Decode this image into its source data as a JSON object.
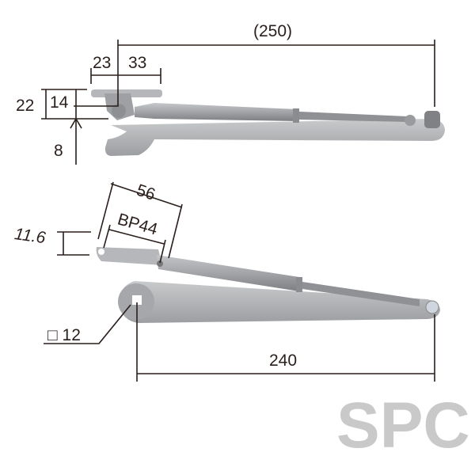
{
  "top_view": {
    "overall_length": "(250)",
    "width_left": "23",
    "width_right": "33",
    "height_total": "22",
    "height_inner": "14",
    "offset": "8"
  },
  "bottom_view": {
    "bracket_length": "56",
    "bolt_pitch": "BP44",
    "bracket_height": "11.6",
    "square_shaft": "□ 12",
    "arm_length": "240"
  },
  "watermark": "SPC",
  "colors": {
    "line": "#2a1f1c",
    "metal": "#a9abae",
    "watermark": "#c9c9c9"
  }
}
